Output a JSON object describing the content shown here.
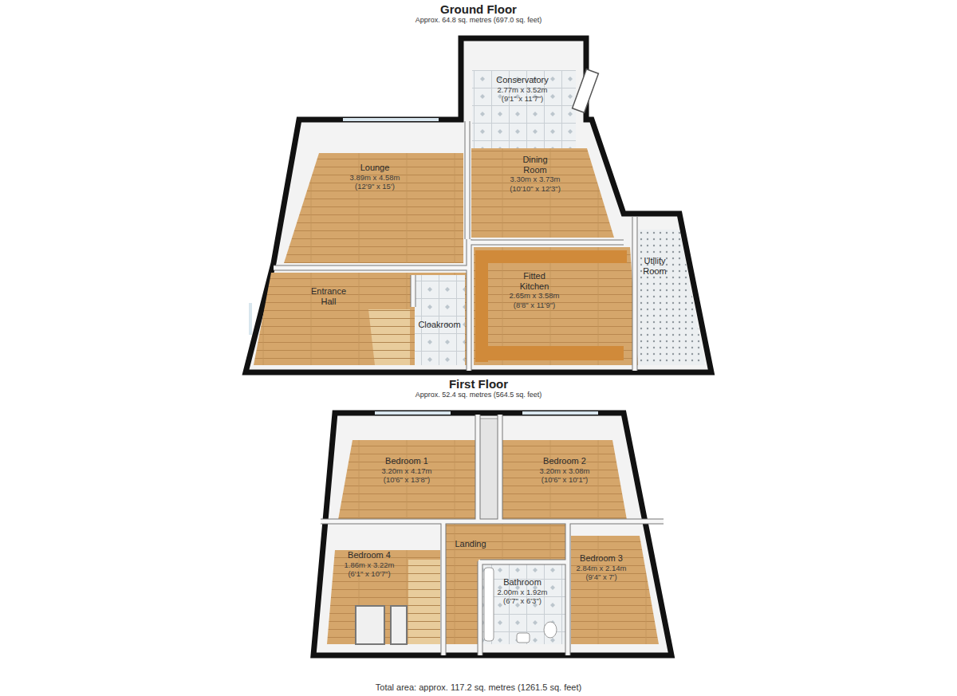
{
  "diagram": {
    "caption": "Total area: approx. 117.2 sq. metres (1261.5 sq. feet)",
    "nodes": [
      {
        "text": [
          "Conservatory",
          "2.77m x 3.52m",
          "(9'1\" x 11'7\")"
        ]
      },
      {
        "text": [
          "Lounge",
          "3.89m x 4.58m",
          "(12'9\" x 15')"
        ]
      },
      {
        "text": [
          "Dining Room",
          "3.30m x 3.73m",
          "(10'10\" x 12'3\")"
        ]
      },
      {
        "text": [
          "Entrance Hall"
        ]
      },
      {
        "text": [
          "Cloakroom"
        ]
      },
      {
        "text": [
          "Fitted Kitchen",
          "2.65m x 3.58m",
          "(8'8\" x 11'9\")"
        ]
      },
      {
        "text": [
          "Utility Room"
        ]
      },
      {
        "text": [
          "Bedroom 1",
          "3.20m x 4.17m",
          "(10'6\" x 13'8\")"
        ]
      },
      {
        "text": [
          "Bedroom 2",
          "3.20m x 3.08m",
          "(10'6\" x 10'1\")"
        ]
      },
      {
        "text": [
          "Landing"
        ]
      },
      {
        "text": [
          "Bedroom 4",
          "1.86m x 3.22m",
          "(6'1\" x 10'7\")"
        ]
      },
      {
        "text": [
          "Bathroom",
          "2.00m x 1.92m",
          "(6'7\" x 6'3\")"
        ]
      },
      {
        "text": [
          "Bedroom 3",
          "2.84m x 2.14m",
          "(9'4\" x 7')"
        ]
      }
    ],
    "labels": [
      "Ground Floor",
      "Approx. 64.8 sq. metres (697.0 sq. feet)",
      "First Floor",
      "Approx. 52.4 sq. metres (564.5 sq. feet)"
    ]
  }
}
